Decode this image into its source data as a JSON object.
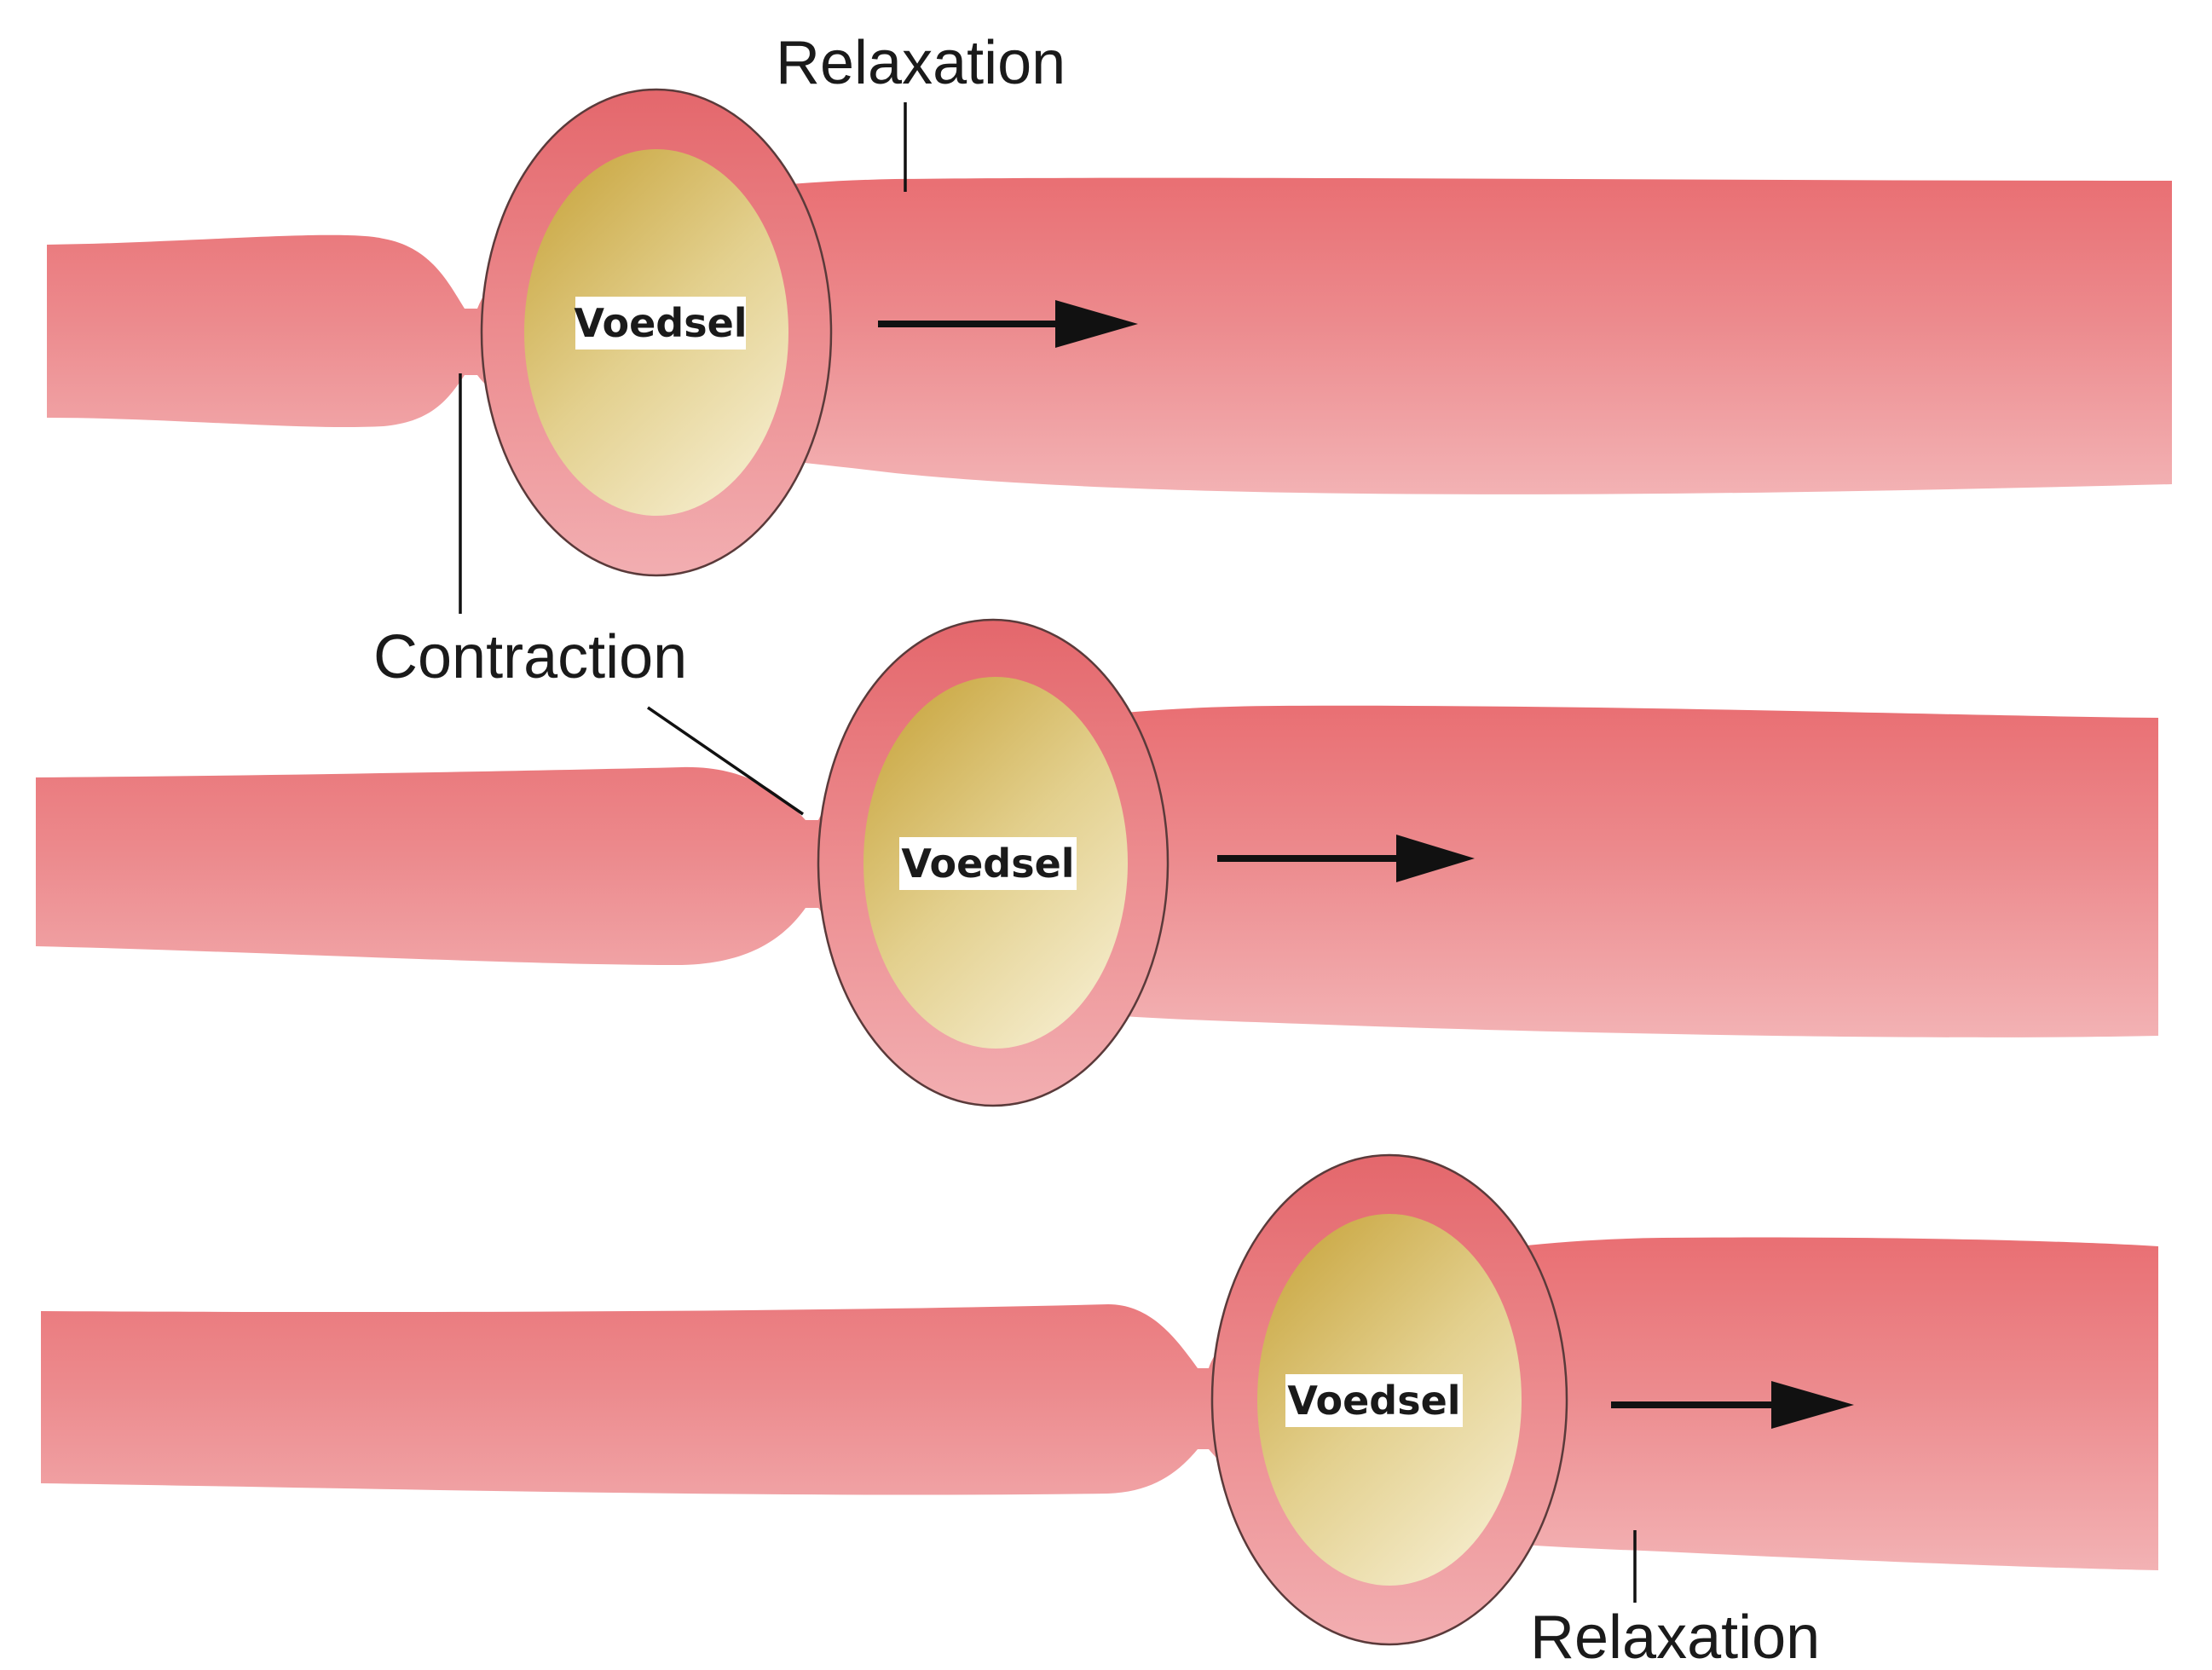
{
  "colors": {
    "tube_top": "#e96f73",
    "tube_mid": "#ec8a8d",
    "tube_bottom": "#f3b2b4",
    "bolus_dark": "#cfae4e",
    "bolus_light": "#f5ecc6",
    "arrow": "#111111"
  },
  "labels": {
    "relaxation_top": "Relaxation",
    "contraction": "Contraction",
    "relaxation_bottom": "Relaxation"
  },
  "panels": [
    {
      "food_label": "Voedsel"
    },
    {
      "food_label": "Voedsel"
    },
    {
      "food_label": "Voedsel"
    }
  ]
}
